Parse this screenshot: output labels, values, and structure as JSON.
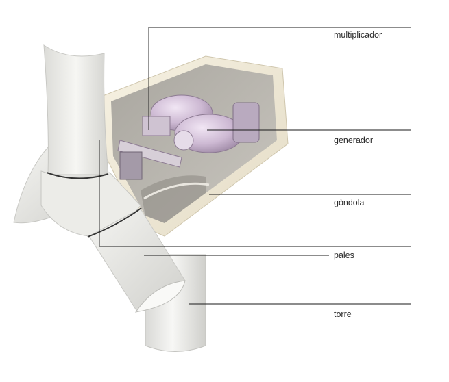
{
  "labels": {
    "multiplicador": "multiplicador",
    "generador": "generador",
    "gondola": "gòndola",
    "pales": "pales",
    "torre": "torre"
  },
  "colors": {
    "leader_line": "#1a1a1a",
    "blade": "#eeeeea",
    "nacelle_shell": "#f1ebd9",
    "nacelle_interior": "#b9b6ae",
    "machinery": "#d8c9dd"
  }
}
